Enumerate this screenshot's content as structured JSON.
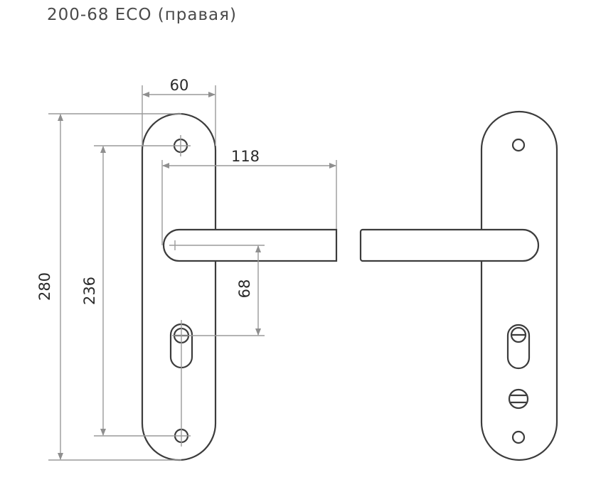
{
  "title": "200-68 ECO (правая)",
  "dimensions": {
    "width_plate": "60",
    "reach": "118",
    "total_height": "280",
    "hole_spacing": "236",
    "centre_distance": "68"
  }
}
